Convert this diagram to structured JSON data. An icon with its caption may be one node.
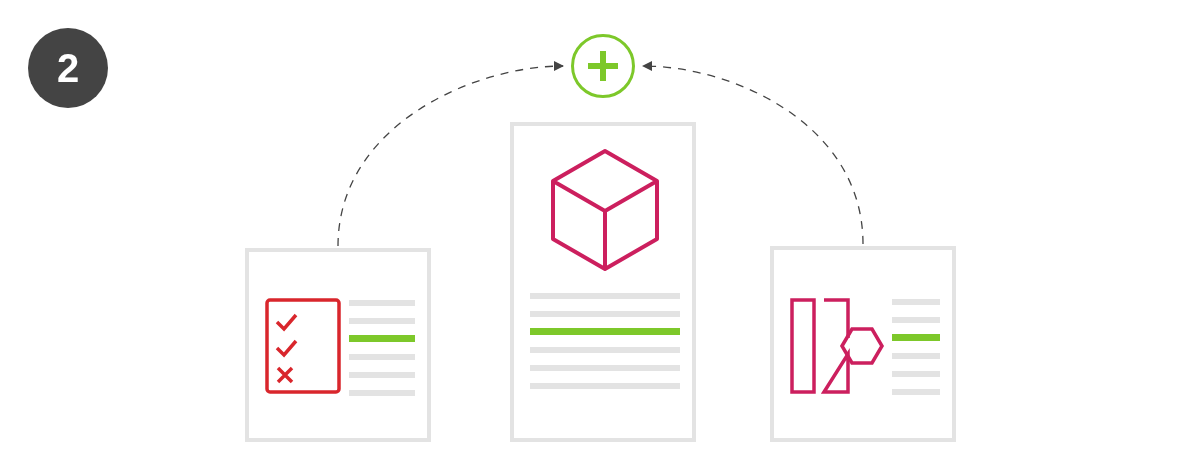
{
  "diagram": {
    "nodes": [
      {
        "text": [
          "2"
        ]
      },
      {
        "text": [],
        "shape": "circle"
      },
      {
        "text": [],
        "shape": "box"
      },
      {
        "text": [],
        "shape": "box"
      },
      {
        "text": [],
        "shape": "box"
      }
    ],
    "edges": [
      {
        "from": 2,
        "to": 1,
        "arrow": "to",
        "style": "dashed"
      },
      {
        "from": 4,
        "to": 1,
        "arrow": "to",
        "style": "dashed"
      }
    ]
  }
}
